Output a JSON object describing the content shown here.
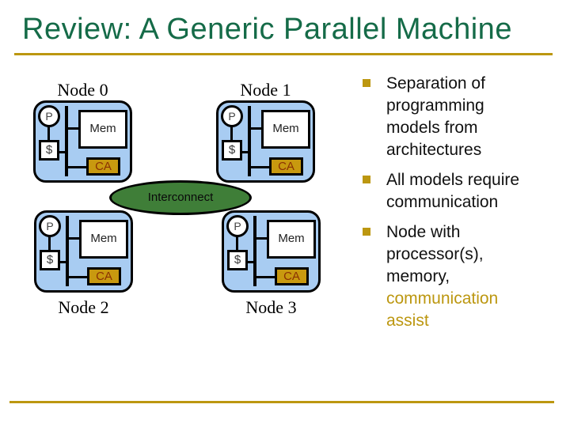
{
  "slide": {
    "title": "Review: A Generic Parallel Machine"
  },
  "diagram": {
    "nodes": [
      {
        "label": "Node 0"
      },
      {
        "label": "Node 1"
      },
      {
        "label": "Node 2"
      },
      {
        "label": "Node 3"
      }
    ],
    "components": {
      "processor": "P",
      "memory": "Mem",
      "cache": "$",
      "comm_assist": "CA"
    },
    "interconnect_label": "Interconnect"
  },
  "bullets": [
    {
      "lines": [
        "Separation of",
        "programming",
        "models from",
        "architectures"
      ]
    },
    {
      "lines": [
        "All models require",
        "communication"
      ]
    },
    {
      "lines": [
        "Node with",
        "processor(s),",
        "memory,"
      ],
      "highlight_lines": [
        "communication",
        "assist"
      ]
    }
  ],
  "colors": {
    "title_green": "#156B48",
    "accent_gold": "#BC9710",
    "node_fill": "#A8CCF2",
    "interconnect_green": "#3F7E38",
    "ca_fill": "#C8990F",
    "ca_text": "#8B3103"
  }
}
